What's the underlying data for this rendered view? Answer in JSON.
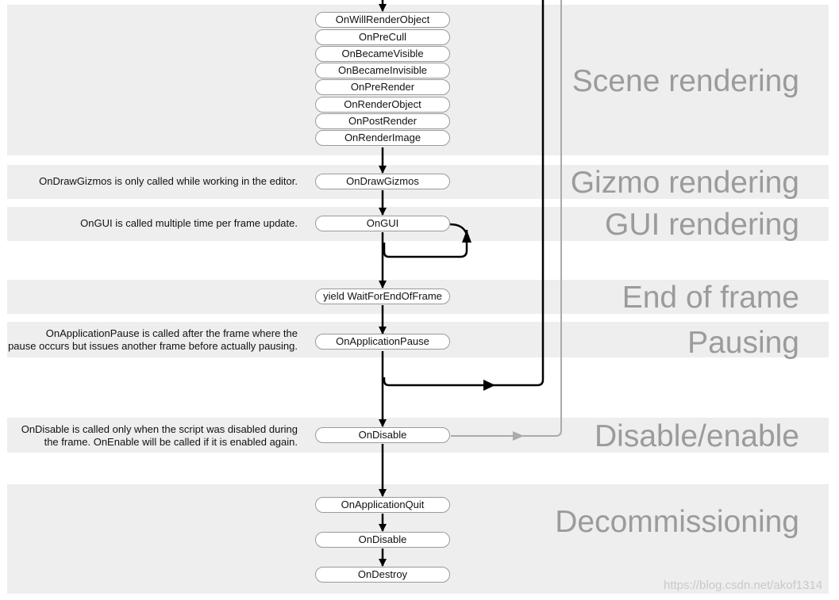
{
  "sections": [
    {
      "id": "scene",
      "title": "Scene rendering"
    },
    {
      "id": "gizmo",
      "title": "Gizmo rendering"
    },
    {
      "id": "gui",
      "title": "GUI rendering"
    },
    {
      "id": "eof",
      "title": "End of frame"
    },
    {
      "id": "pause",
      "title": "Pausing"
    },
    {
      "id": "disable",
      "title": "Disable/enable"
    },
    {
      "id": "decom",
      "title": "Decommissioning"
    }
  ],
  "nodes": [
    {
      "id": "n-onwillrenderobject",
      "label": "OnWillRenderObject"
    },
    {
      "id": "n-onprecull",
      "label": "OnPreCull"
    },
    {
      "id": "n-onbecamevisible",
      "label": "OnBecameVisible"
    },
    {
      "id": "n-onbecameinvisible",
      "label": "OnBecameInvisible"
    },
    {
      "id": "n-onprerender",
      "label": "OnPreRender"
    },
    {
      "id": "n-onrenderobject",
      "label": "OnRenderObject"
    },
    {
      "id": "n-onpostrender",
      "label": "OnPostRender"
    },
    {
      "id": "n-onrenderimage",
      "label": "OnRenderImage"
    },
    {
      "id": "n-ondrawgizmos",
      "label": "OnDrawGizmos"
    },
    {
      "id": "n-ongui",
      "label": "OnGUI"
    },
    {
      "id": "n-yield-waitforendofframe",
      "label": "yield WaitForEndOfFrame"
    },
    {
      "id": "n-onapplicationpause",
      "label": "OnApplicationPause"
    },
    {
      "id": "n-ondisable",
      "label": "OnDisable"
    },
    {
      "id": "n-onapplicationquit",
      "label": "OnApplicationQuit"
    },
    {
      "id": "n-ondisable-2",
      "label": "OnDisable"
    },
    {
      "id": "n-ondestroy",
      "label": "OnDestroy"
    }
  ],
  "notes": [
    {
      "id": "note-gizmos",
      "lines": [
        "OnDrawGizmos is only called while working in the editor."
      ]
    },
    {
      "id": "note-gui",
      "lines": [
        "OnGUI is called multiple time per frame update."
      ]
    },
    {
      "id": "note-pause",
      "lines": [
        "OnApplicationPause is called after the frame where the",
        "pause occurs but issues another frame before actually pausing."
      ]
    },
    {
      "id": "note-disable",
      "lines": [
        "OnDisable is called only when the script was disabled during",
        "the frame. OnEnable will be called if it is enabled again."
      ]
    }
  ],
  "watermark": "https://blog.csdn.net/akof1314",
  "colors": {
    "band": "#eeeeee",
    "section_title": "#9b9b9b",
    "arrow": "#000000",
    "enable_loop": "#aaaaaa"
  }
}
